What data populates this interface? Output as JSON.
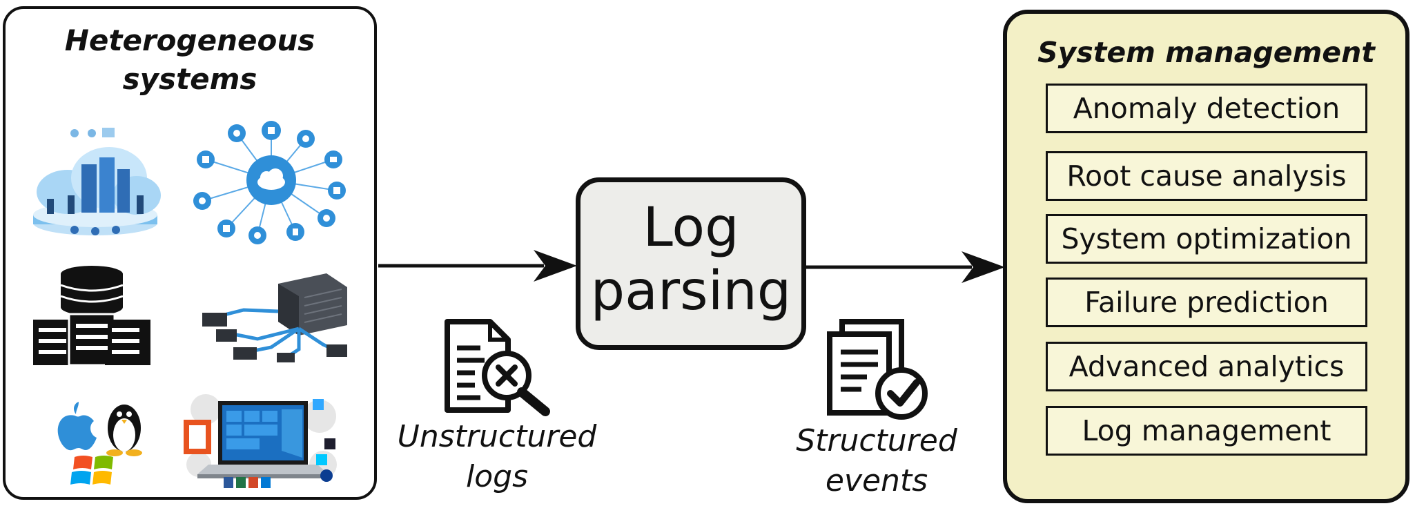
{
  "left_panel": {
    "title_line1": "Heterogeneous",
    "title_line2": "systems",
    "icons": [
      "cloud-datacenter-icon",
      "iot-cloud-network-icon",
      "database-server-icon",
      "network-server-icon",
      "os-logos-icon",
      "laptop-apps-icon"
    ]
  },
  "center": {
    "title_line1": "Log",
    "title_line2": "parsing"
  },
  "captions": {
    "unstructured_line1": "Unstructured",
    "unstructured_line2": "logs",
    "structured_line1": "Structured",
    "structured_line2": "events"
  },
  "right_panel": {
    "title": "System management",
    "tasks": [
      {
        "label": "Anomaly detection"
      },
      {
        "label": "Root cause analysis"
      },
      {
        "label": "System optimization"
      },
      {
        "label": "Failure prediction"
      },
      {
        "label": "Advanced analytics"
      },
      {
        "label": "Log management"
      }
    ]
  },
  "colors": {
    "accent_blue": "#2f8fd8",
    "log_box_fill": "#ededea",
    "management_fill": "#f3f0c6",
    "stroke": "#111111"
  }
}
